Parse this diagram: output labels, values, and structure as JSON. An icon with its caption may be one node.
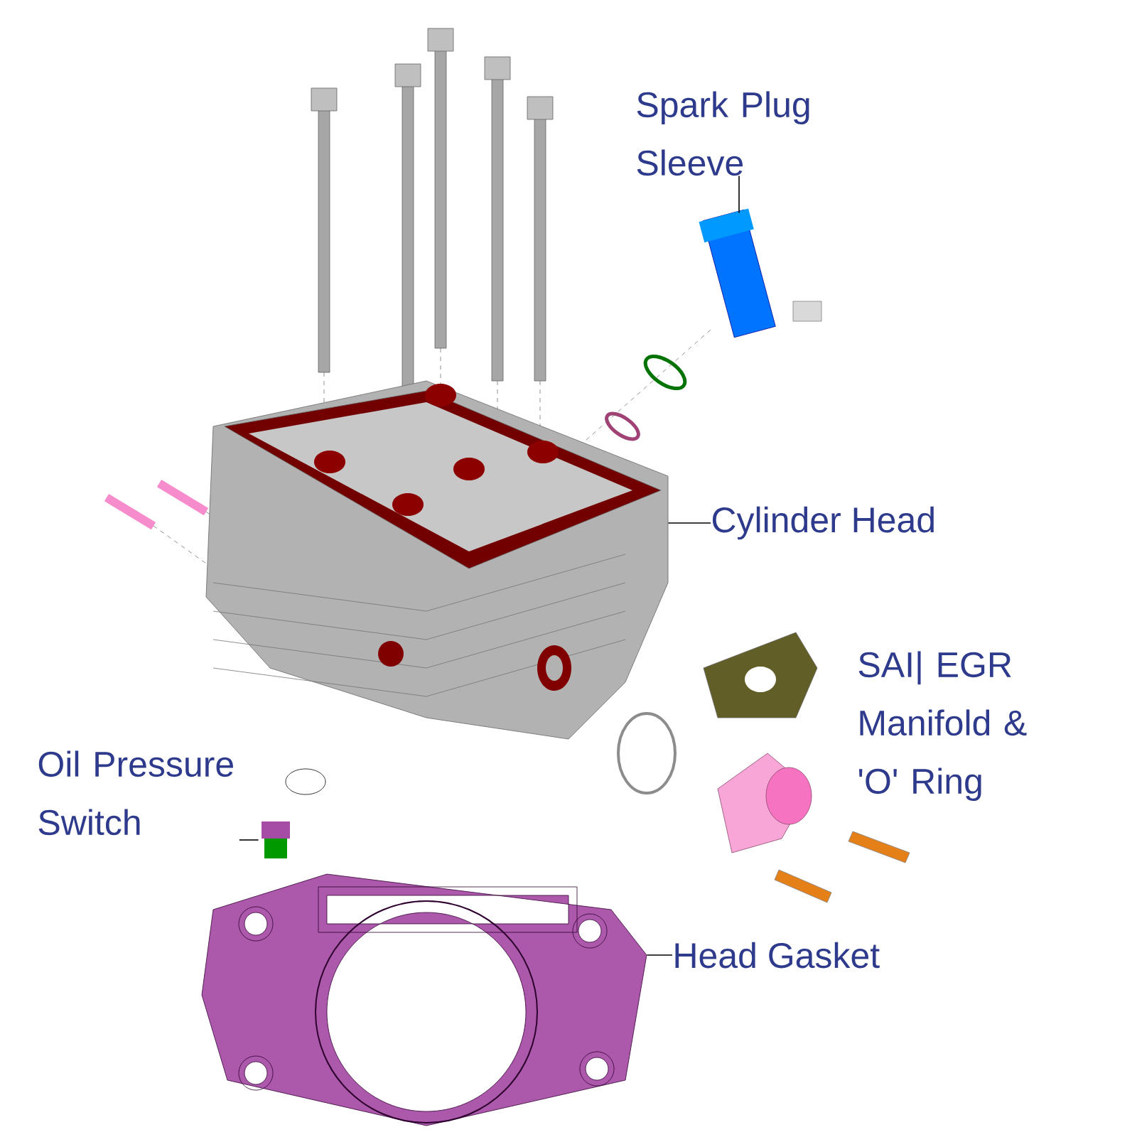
{
  "diagram": {
    "nodes": [
      {
        "text": [
          "Spark Plug Sleeve"
        ]
      },
      {
        "text": [],
        "shape": "picture"
      },
      {
        "text": [
          "Cylinder Head"
        ]
      },
      {
        "text": [],
        "shape": "picture"
      },
      {
        "text": [
          "SAI| EGR Manifold & 'O' Ring"
        ]
      },
      {
        "text": [
          "Oil Pressure Switch"
        ]
      },
      {
        "text": [],
        "shape": "picture"
      },
      {
        "text": [
          "Head Gasket"
        ]
      },
      {
        "text": [],
        "shape": "picture"
      }
    ],
    "edges": [
      {
        "from": 0,
        "to": 1,
        "arrow": "none"
      },
      {
        "from": 2,
        "to": 3,
        "arrow": "none"
      },
      {
        "from": 5,
        "to": 6,
        "arrow": "none"
      },
      {
        "from": 7,
        "to": 8,
        "arrow": "none"
      }
    ]
  }
}
